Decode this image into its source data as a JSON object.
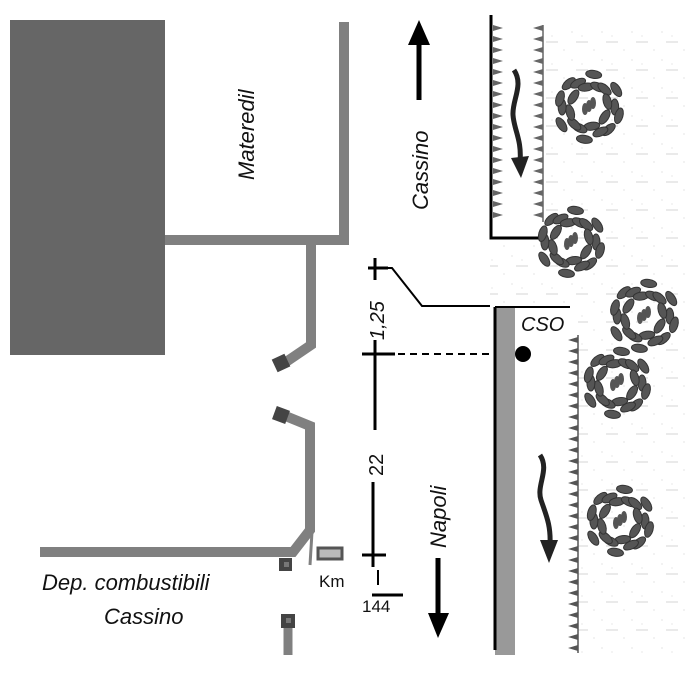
{
  "labels": {
    "materedil": "Materedil",
    "cassino_direction": "Cassino",
    "napoli_direction": "Napoli",
    "cso": "CSO",
    "dep_line1": "Dep. combustibili",
    "dep_line2": "Cassino",
    "km": "Km",
    "km_value": "144",
    "dim_upper": "1,25",
    "dim_lower": "22"
  },
  "colors": {
    "building": "#666666",
    "road": "#808080",
    "channel": "#999999",
    "tree": "#555555",
    "tree_outline": "#333333",
    "ink": "#000000",
    "grid": "#cccccc"
  },
  "legend_semantics": {
    "flow_direction_upper": "downstream",
    "flow_direction_lower": "downstream",
    "outlet_marker": "CSO"
  }
}
